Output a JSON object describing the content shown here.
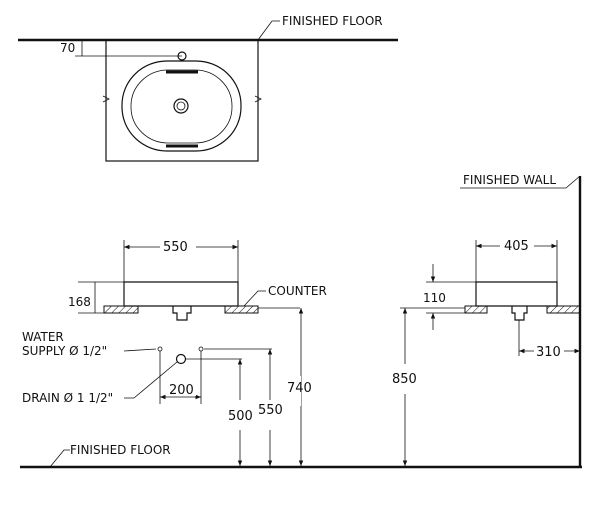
{
  "labels": {
    "finished_floor_top": "FINISHED FLOOR",
    "finished_floor_bottom": "FINISHED FLOOR",
    "finished_wall": "FINISHED WALL",
    "counter": "COUNTER",
    "water_line1": "WATER",
    "water_line2": "SUPPLY Ø 1/2\"",
    "drain": "DRAIN Ø 1 1/2\""
  },
  "dimensions": {
    "top_offset": "70",
    "width": "550",
    "depth": "405",
    "height_front": "168",
    "height_side": "110",
    "side_offset": "310",
    "supply_spacing": "200",
    "drain_height": "500",
    "supply_height": "550",
    "counter_height": "740",
    "counter_height_side": "850"
  }
}
